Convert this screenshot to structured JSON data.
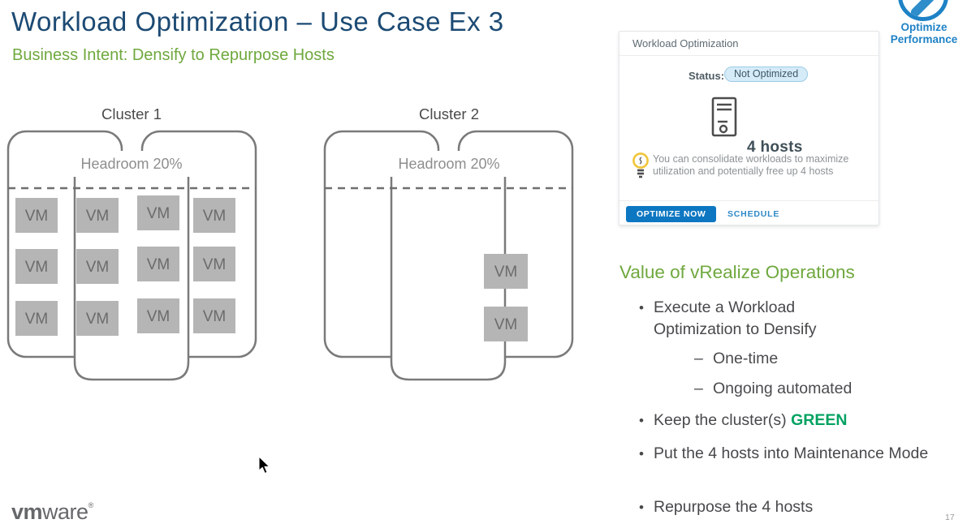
{
  "slide": {
    "title": "Workload Optimization – Use Case Ex 3",
    "subtitle": "Business Intent: Densify to Repurpose Hosts",
    "page_number": "17",
    "logo_bold": "vm",
    "logo_light": "ware",
    "logo_reg": "®"
  },
  "clusters": [
    {
      "name": "Cluster 1",
      "headroom_label": "Headroom 20%",
      "vm_label": "VM",
      "vm_count": 12,
      "hosts_drawn": 3
    },
    {
      "name": "Cluster 2",
      "headroom_label": "Headroom 20%",
      "vm_label": "VM",
      "vm_count": 2,
      "hosts_drawn": 3
    }
  ],
  "widget": {
    "title": "Workload Optimization",
    "status_label": "Status:",
    "status_value": "Not Optimized",
    "hosts_count_label": "4 hosts",
    "tip_text": "You can consolidate workloads to maximize utilization and potentially free up 4 hosts",
    "optimize_button": "OPTIMIZE NOW",
    "schedule_button": "SCHEDULE"
  },
  "badge": {
    "line1": "Optimize",
    "line2": "Performance"
  },
  "value_section": {
    "heading": "Value of vRealize Operations",
    "bullet_marker": "•",
    "sub_marker": "–",
    "bullet1": "Execute a Workload Optimization to Densify",
    "sub1": "One-time",
    "sub2": "Ongoing automated",
    "bullet2_prefix": "Keep the cluster(s) ",
    "bullet2_highlight": "GREEN",
    "bullet3": "Put the 4 hosts into Maintenance Mode",
    "bullet4": "Repurpose the 4 hosts"
  },
  "colors": {
    "title_blue": "#1c4a73",
    "accent_green": "#6fa83e",
    "highlight_green": "#00a261",
    "action_blue": "#0d77c2",
    "badge_blue": "#1e82c6",
    "status_pill_bg": "#d5ecf8",
    "vm_box_gray": "#b5b5b5",
    "host_outline_gray": "#7a7a7a"
  }
}
